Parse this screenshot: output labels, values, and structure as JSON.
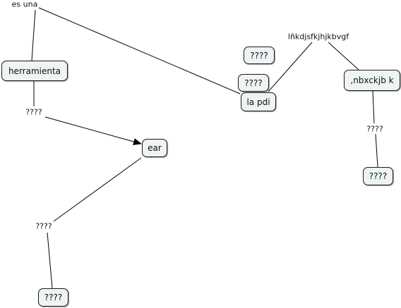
{
  "concept_map": {
    "nodes": {
      "herramienta": "herramienta",
      "ear": "ear",
      "q_bottom_left": "????",
      "q_upper": "????",
      "q_mid": "????",
      "la_pdi": "la pdi",
      "nbxckjb": ",nbxckjb k",
      "q_right": "????"
    },
    "link_labels": {
      "es_una": "es una",
      "q_left_1": "????",
      "q_left_2": "????",
      "lnkdj": "lñkdjsfkjhjkbvgf",
      "q_right_link": "????"
    },
    "colors": {
      "node_fill": "#eef3f4",
      "line": "#000000"
    }
  }
}
